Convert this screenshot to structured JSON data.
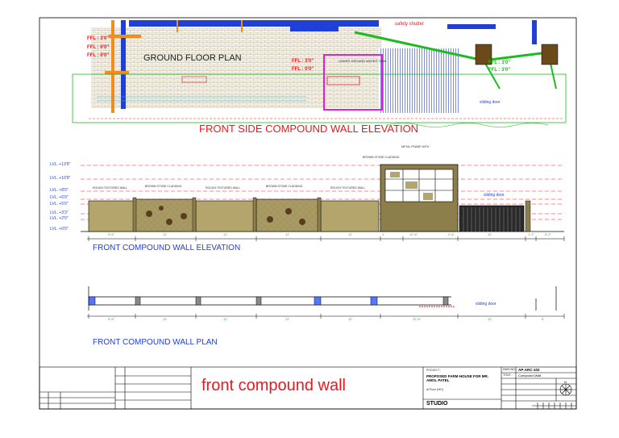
{
  "sheet": {
    "top_plan": {
      "ground_floor_plan": "GROUND FLOOR PLAN",
      "safety_shutter": "safety shutter",
      "ffl_left": [
        "FFL : 3'0\"",
        "FFL : 0'0\"",
        "FFL : 0'0\""
      ],
      "ffl_mid": [
        "FFL : 3'0\"",
        "FFL : 0'0\""
      ],
      "ffl_right": [
        "FFL : 3'0\"",
        "FFL : 3'0\""
      ],
      "ug_tank": "UNDER GROUND WATER TANK",
      "sliding_door": "sliding door"
    },
    "section_titles": {
      "front_side_elevation": "FRONT SIDE COMPOUND WALL ELEVATION",
      "front_wall_elevation": "FRONT COMPOUND WALL ELEVATION",
      "front_wall_plan": "FRONT COMPOUND WALL PLAN"
    },
    "levels": [
      "LVL. +13'9\"",
      "LVL. +10'9\"",
      "LVL. +8'0\"",
      "LVL. +6'0\"",
      "LVL. +5'0\"",
      "LVL. +3'3\"",
      "LVL. +2'0\"",
      "LVL. +0'0\""
    ],
    "elevation_dims": [
      "9'-6\"",
      "12'",
      "12'",
      "12'",
      "12'",
      "1'",
      "12'-6\"",
      "2'-6\"",
      "12'",
      "1'-1\"",
      "6'-2\""
    ],
    "plan_dims": [
      "9'-6\"",
      "12'",
      "12'",
      "12'",
      "12'",
      "12'-6\"",
      "12'",
      "6'"
    ],
    "elevation_labels": {
      "metal_frame": "METAL FRAME WITH",
      "brown_stone": "BROWN STONE CLADDING",
      "rough_textured": "ROUGH TEXTURED WALL",
      "sliding_door": "sliding door"
    },
    "plan_labels": {
      "sliding_door": "sliding door"
    },
    "drawing_title": "front compound wall",
    "title_block": {
      "project_label": "PROJECT :",
      "project_name": "PROPOSED FARM HOUSE FOR MR. AMOL PATEL",
      "project_place": "at Pune (MH)",
      "studio": "STUDIO",
      "dwg_no_label": "DWG NO. :",
      "dwg_no": "AP-ARC-102",
      "title_label": "TITLE :",
      "title_value": "Compound Wall",
      "north_symbol": "N"
    }
  }
}
